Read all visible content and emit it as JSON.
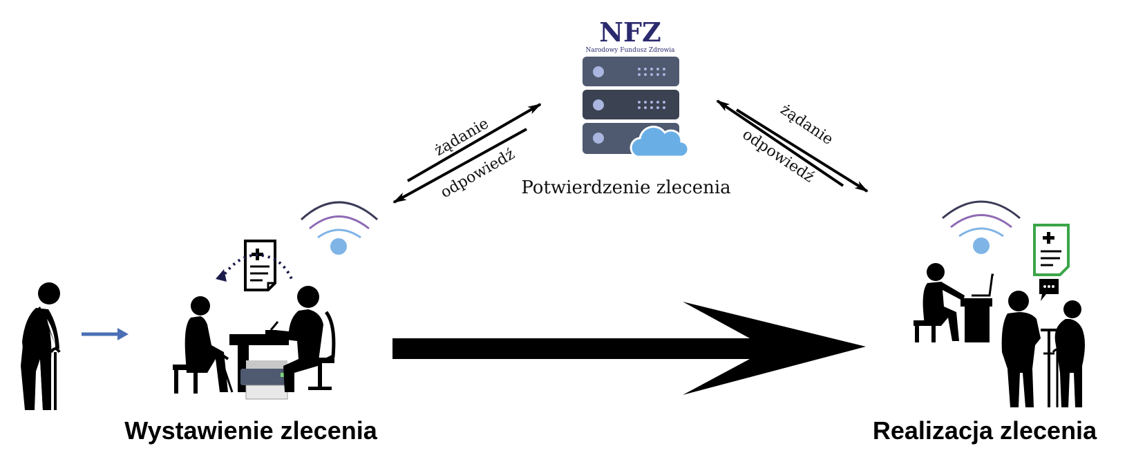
{
  "diagram": {
    "issue_label": "Wystawienie zlecenia",
    "fulfil_label": "Realizacja zlecenia",
    "confirm_label": "Potwierdzenie zlecenia",
    "request_label_left": "żądanie",
    "response_label_left": "odpowiedź",
    "request_label_right": "żądanie",
    "response_label_right": "odpowiedź"
  },
  "logo": {
    "abbr": "NFZ",
    "full_name": "Narodowy Fundusz Zdrowia"
  },
  "colors": {
    "nfz_purple": "#2c2a6e",
    "server_dark": "#3b4252",
    "server_mid": "#4f5a70",
    "cloud_blue": "#6aaee6",
    "signal_purple": "#8e6ab4",
    "signal_blue": "#7fb4e6",
    "walk_arrow_blue": "#4a6fb5",
    "document_green": "#3aa548"
  }
}
